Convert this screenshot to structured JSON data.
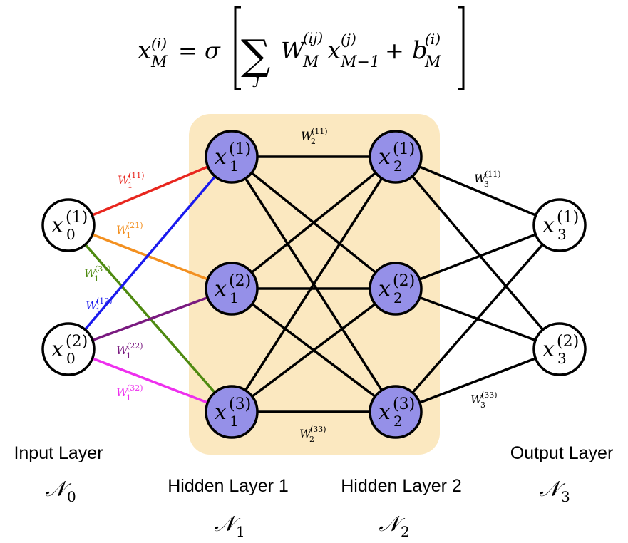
{
  "equation": {
    "lhs_base": "x",
    "lhs_sub": "M",
    "lhs_sup": "(i)",
    "equals": "=",
    "sigma": "σ",
    "sum": "∑",
    "sum_index": "j",
    "weight_base": "W",
    "weight_sub": "M",
    "weight_sup": "(ij)",
    "input_base": "x",
    "input_sub": "M−1",
    "input_sup": "(j)",
    "plus": "+",
    "bias_base": "b",
    "bias_sub": "M",
    "bias_sup": "(i)"
  },
  "nodes": {
    "input": [
      {
        "base": "x",
        "sub": "0",
        "sup": "(1)"
      },
      {
        "base": "x",
        "sub": "0",
        "sup": "(2)"
      }
    ],
    "hidden1": [
      {
        "base": "x",
        "sub": "1",
        "sup": "(1)"
      },
      {
        "base": "x",
        "sub": "1",
        "sup": "(2)"
      },
      {
        "base": "x",
        "sub": "1",
        "sup": "(3)"
      }
    ],
    "hidden2": [
      {
        "base": "x",
        "sub": "2",
        "sup": "(1)"
      },
      {
        "base": "x",
        "sub": "2",
        "sup": "(2)"
      },
      {
        "base": "x",
        "sub": "2",
        "sup": "(3)"
      }
    ],
    "output": [
      {
        "base": "x",
        "sub": "3",
        "sup": "(1)"
      },
      {
        "base": "x",
        "sub": "3",
        "sup": "(2)"
      }
    ]
  },
  "weights": {
    "w1_11": {
      "base": "W",
      "sub": "1",
      "sup": "(11)",
      "color": "#e8261e"
    },
    "w1_21": {
      "base": "W",
      "sub": "1",
      "sup": "(21)",
      "color": "#f39020"
    },
    "w1_31": {
      "base": "W",
      "sub": "1",
      "sup": "(31)",
      "color": "#4e8a10"
    },
    "w1_12": {
      "base": "W",
      "sub": "1",
      "sup": "(12)",
      "color": "#1a1aee"
    },
    "w1_22": {
      "base": "W",
      "sub": "1",
      "sup": "(22)",
      "color": "#7a1a80"
    },
    "w1_32": {
      "base": "W",
      "sub": "1",
      "sup": "(32)",
      "color": "#ee30ee"
    },
    "w2_11": {
      "base": "W",
      "sub": "2",
      "sup": "(11)",
      "color": "#000000"
    },
    "w2_33": {
      "base": "W",
      "sub": "2",
      "sup": "(33)",
      "color": "#000000"
    },
    "w3_11": {
      "base": "W",
      "sub": "3",
      "sup": "(11)",
      "color": "#000000"
    },
    "w3_33": {
      "base": "W",
      "sub": "3",
      "sup": "(33)",
      "color": "#000000"
    }
  },
  "layers": {
    "input": {
      "title": "Input Layer",
      "symbol": "𝒩",
      "sub": "0"
    },
    "hidden1": {
      "title": "Hidden Layer 1",
      "symbol": "𝒩",
      "sub": "1"
    },
    "hidden2": {
      "title": "Hidden Layer 2",
      "symbol": "𝒩",
      "sub": "2"
    },
    "output": {
      "title": "Output Layer",
      "symbol": "𝒩",
      "sub": "3"
    }
  },
  "colors": {
    "hidden_node_fill": "#9590e8",
    "hidden_region": "#fbe8c0",
    "input_output_fill": "#ffffff",
    "edge": "#000000"
  }
}
